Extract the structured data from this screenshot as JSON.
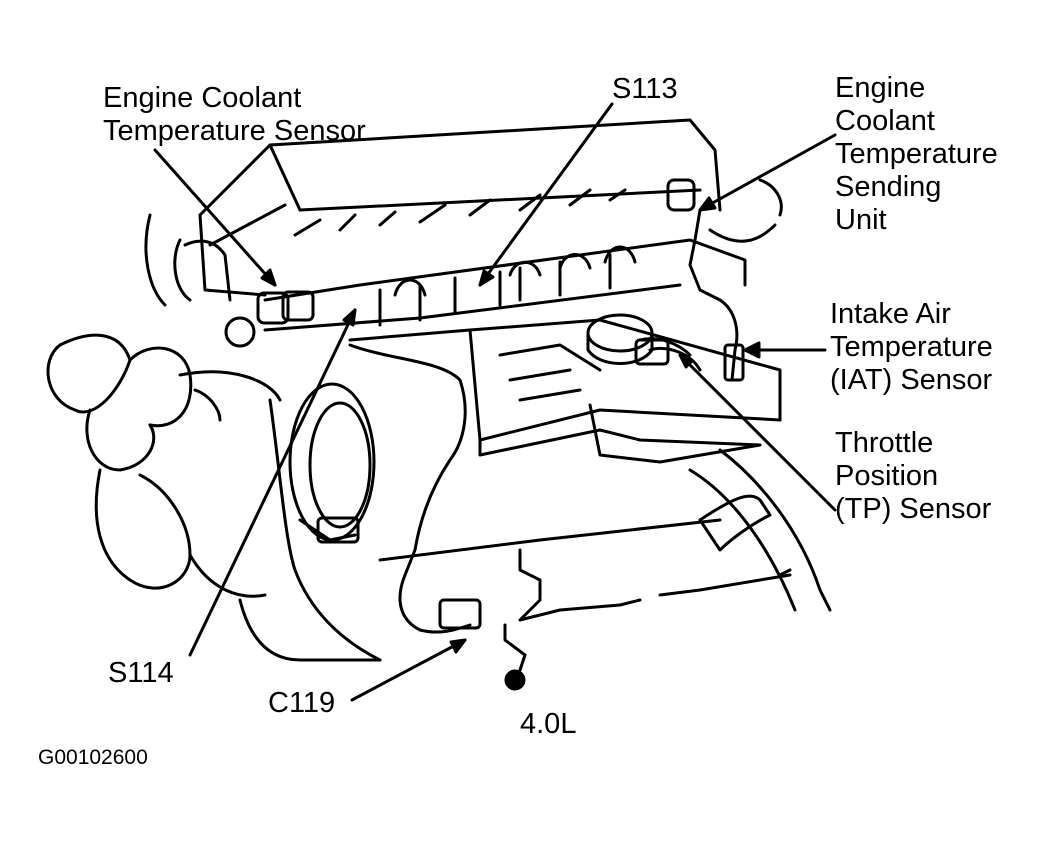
{
  "diagram": {
    "labels": {
      "ect_sensor": [
        "Engine Coolant",
        "Temperature Sensor"
      ],
      "s113": "S113",
      "ect_sending_unit": [
        "Engine",
        "Coolant",
        "Temperature",
        "Sending",
        "Unit"
      ],
      "iat_sensor": [
        "Intake Air",
        "Temperature",
        "(IAT) Sensor"
      ],
      "tp_sensor": [
        "Throttle",
        "Position",
        "(TP) Sensor"
      ],
      "s114": "S114",
      "c119": "C119",
      "engine_size": "4.0L"
    },
    "figure_code": "G00102600",
    "colors": {
      "ink": "#000000",
      "paper": "#ffffff"
    }
  }
}
